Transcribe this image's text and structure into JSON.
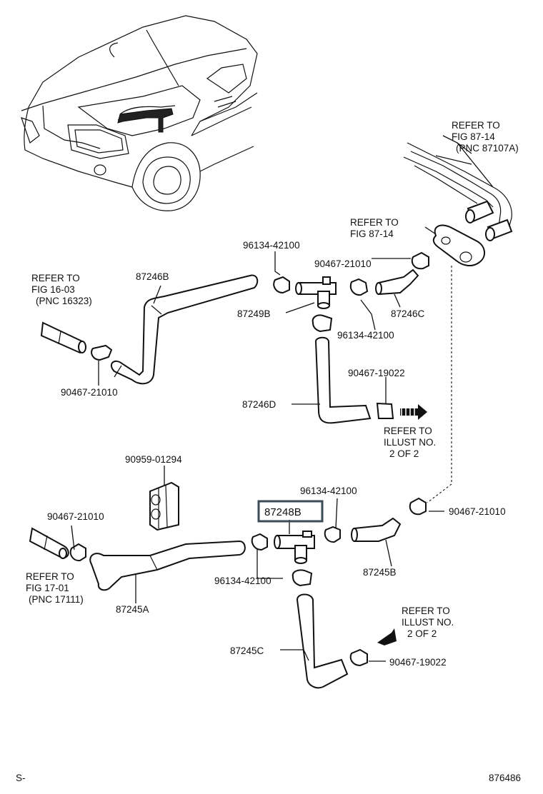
{
  "part_numbers": {
    "p87246B": "87246B",
    "p87249B": "87249B",
    "p87246C": "87246C",
    "p87246D": "87246D",
    "p87248B": "87248B",
    "p87245A": "87245A",
    "p87245B": "87245B",
    "p87245C": "87245C",
    "p96134_top_left": "96134-42100",
    "p96134_top_right": "96134-42100",
    "p96134_bottom_right": "96134-42100",
    "p96134_bottom_left": "96134-42100",
    "p90467_top_right": "90467-21010",
    "p90467_left": "90467-21010",
    "p90467_mid": "90467-19022",
    "p90467_bottom_left": "90467-21010",
    "p90467_bottom_right": "90467-21010",
    "p90467_bottom": "90467-19022",
    "p90959": "90959-01294"
  },
  "refer_notes": {
    "fig87_14a": [
      "REFER TO",
      "FIG 87-14",
      "(PNC 87107A)"
    ],
    "fig87_14b": [
      "REFER  TO",
      "FIG 87-14"
    ],
    "fig16_03": [
      "REFER TO",
      "FIG 16-03",
      "(PNC 16323)"
    ],
    "fig17_01": [
      "REFER  TO",
      "FIG 17-01",
      "(PNC 17111)"
    ],
    "illust_mid": [
      "REFER TO",
      "ILLUST NO.",
      "2  OF  2"
    ],
    "illust_bottom": [
      "REFER TO",
      "ILLUST NO.",
      "2  OF  2"
    ]
  },
  "footer": {
    "left_code": "S-",
    "right_code": "876486"
  }
}
